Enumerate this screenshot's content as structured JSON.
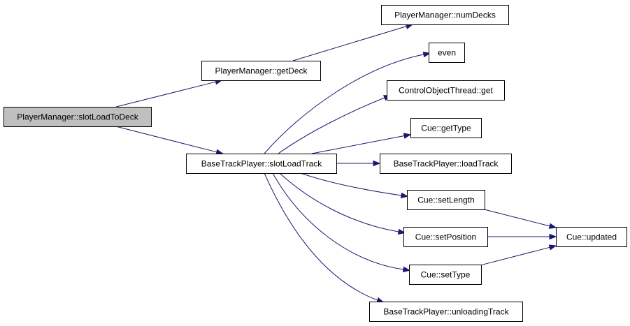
{
  "colors": {
    "node_fill": "#ffffff",
    "root_fill": "#bfbfbf",
    "node_border": "#000000",
    "edge": "#191970"
  },
  "nodes": [
    {
      "id": "slotLoadToDeck",
      "label": "PlayerManager::slotLoadToDeck",
      "root": true
    },
    {
      "id": "getDeck",
      "label": "PlayerManager::getDeck"
    },
    {
      "id": "slotLoadTrack",
      "label": "BaseTrackPlayer::slotLoadTrack"
    },
    {
      "id": "numDecks",
      "label": "PlayerManager::numDecks"
    },
    {
      "id": "even",
      "label": "even"
    },
    {
      "id": "cotGet",
      "label": "ControlObjectThread::get"
    },
    {
      "id": "getType",
      "label": "Cue::getType"
    },
    {
      "id": "loadTrack",
      "label": "BaseTrackPlayer::loadTrack"
    },
    {
      "id": "setLength",
      "label": "Cue::setLength"
    },
    {
      "id": "setPosition",
      "label": "Cue::setPosition"
    },
    {
      "id": "setType",
      "label": "Cue::setType"
    },
    {
      "id": "unloadingTrack",
      "label": "BaseTrackPlayer::unloadingTrack"
    },
    {
      "id": "updated",
      "label": "Cue::updated"
    }
  ],
  "edges": [
    {
      "from": "slotLoadToDeck",
      "to": "getDeck"
    },
    {
      "from": "slotLoadToDeck",
      "to": "slotLoadTrack"
    },
    {
      "from": "getDeck",
      "to": "numDecks"
    },
    {
      "from": "slotLoadTrack",
      "to": "even"
    },
    {
      "from": "slotLoadTrack",
      "to": "cotGet"
    },
    {
      "from": "slotLoadTrack",
      "to": "getType"
    },
    {
      "from": "slotLoadTrack",
      "to": "loadTrack"
    },
    {
      "from": "slotLoadTrack",
      "to": "setLength"
    },
    {
      "from": "slotLoadTrack",
      "to": "setPosition"
    },
    {
      "from": "slotLoadTrack",
      "to": "setType"
    },
    {
      "from": "slotLoadTrack",
      "to": "unloadingTrack"
    },
    {
      "from": "setLength",
      "to": "updated"
    },
    {
      "from": "setPosition",
      "to": "updated"
    },
    {
      "from": "setType",
      "to": "updated"
    }
  ]
}
